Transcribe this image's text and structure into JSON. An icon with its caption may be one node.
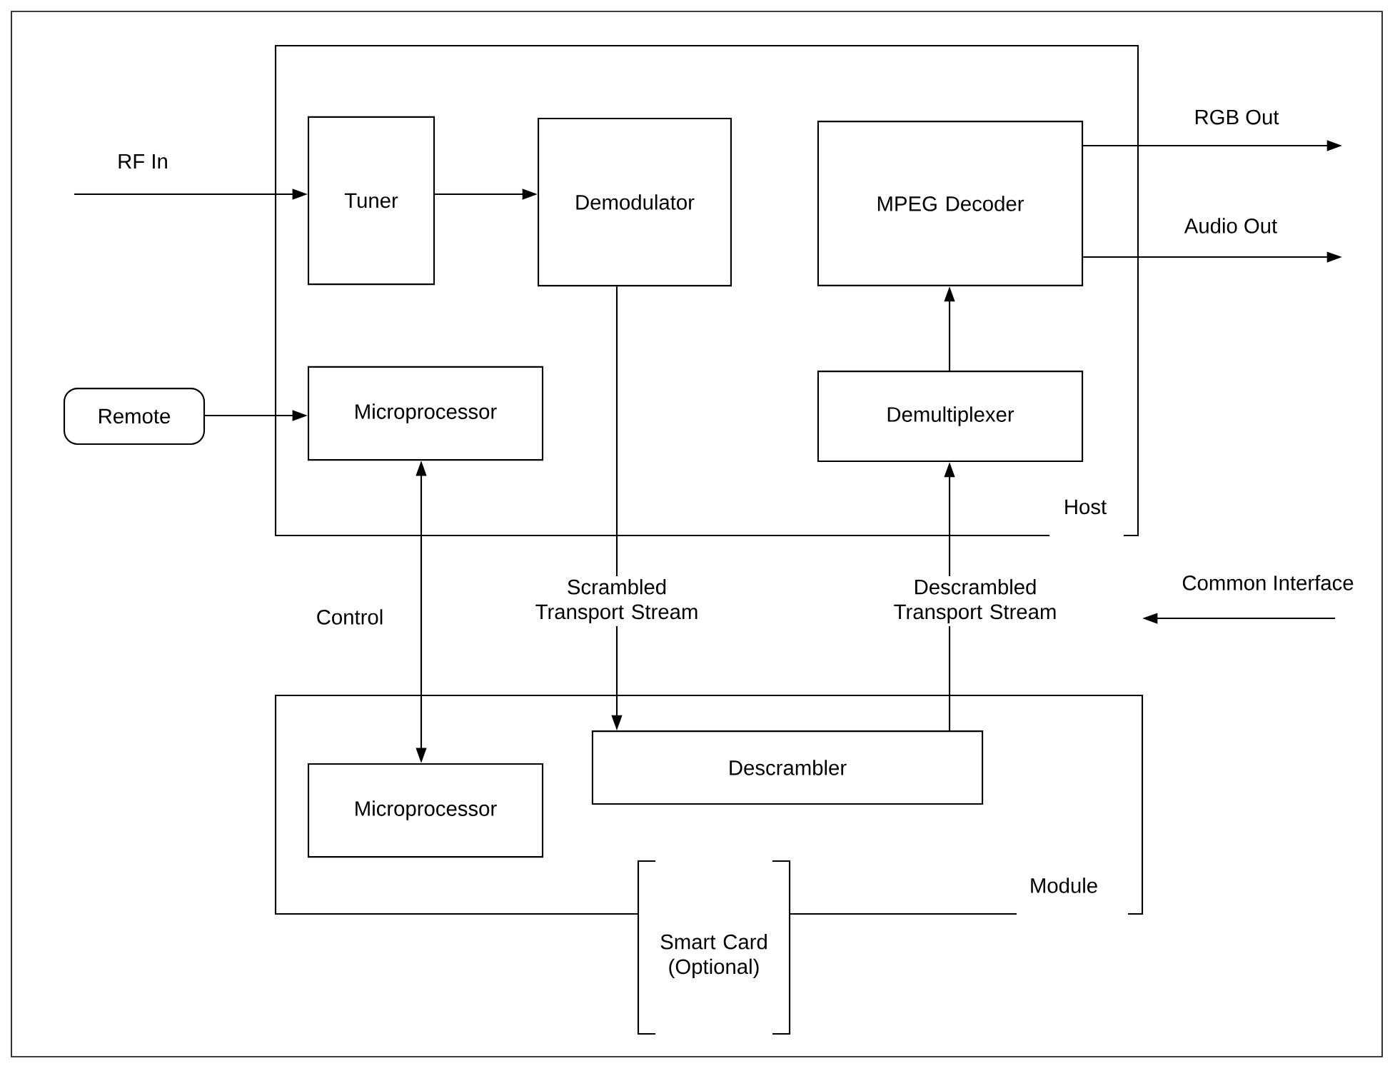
{
  "diagram": {
    "nodes": [
      {
        "text": [
          "Host"
        ]
      },
      {
        "text": [
          "Tuner"
        ],
        "in": 0
      },
      {
        "text": [
          "Demodulator"
        ],
        "in": 0
      },
      {
        "text": [
          "MPEG Decoder"
        ],
        "in": 0
      },
      {
        "text": [
          "Microprocessor"
        ],
        "in": 0
      },
      {
        "text": [
          "Demultiplexer"
        ],
        "in": 0
      },
      {
        "text": [
          "Remote"
        ]
      },
      {
        "text": [
          "Module"
        ]
      },
      {
        "text": [
          "Microprocessor"
        ],
        "in": 7
      },
      {
        "text": [
          "Descrambler"
        ],
        "in": 7
      },
      {
        "text": [
          "Smart Card (Optional)"
        ]
      }
    ],
    "edges": [
      {
        "from": null,
        "to": 1,
        "arrow": "to",
        "label": "RF In"
      },
      {
        "from": 1,
        "to": 2,
        "arrow": "to"
      },
      {
        "from": 6,
        "to": 4,
        "arrow": "to"
      },
      {
        "from": 4,
        "to": 8,
        "arrow": "both",
        "label": "Control"
      },
      {
        "from": 2,
        "to": 9,
        "arrow": "to",
        "label": "Scrambled Transport Stream"
      },
      {
        "from": 9,
        "to": 5,
        "arrow": "to",
        "label": "Descrambled Transport Stream"
      },
      {
        "from": 5,
        "to": 3,
        "arrow": "to"
      },
      {
        "from": 3,
        "to": null,
        "arrow": "to",
        "label": "RGB Out"
      },
      {
        "from": 3,
        "to": null,
        "arrow": "to",
        "label": "Audio Out"
      }
    ],
    "labels": [
      "Common Interface"
    ]
  }
}
